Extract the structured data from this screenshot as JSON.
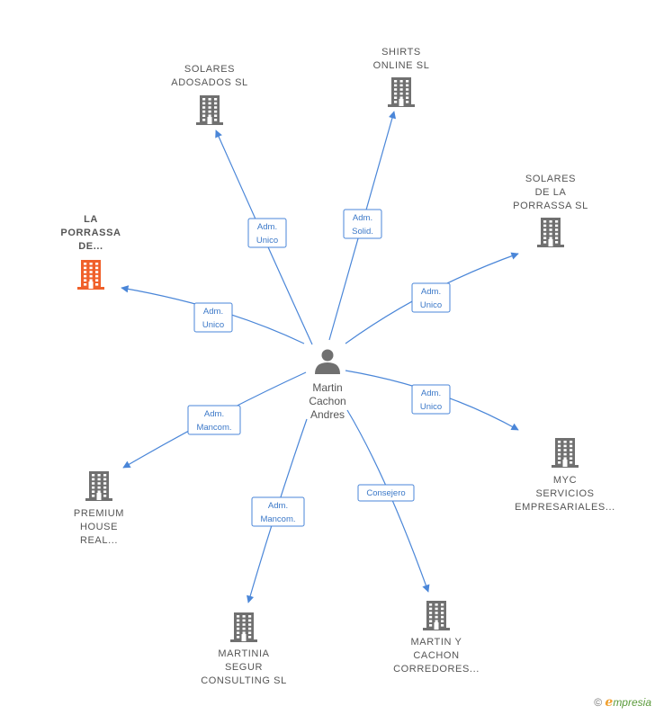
{
  "center": {
    "name_lines": [
      "Martin",
      "Cachon",
      "Andres"
    ],
    "icon": "person-icon"
  },
  "companies": [
    {
      "id": "solares-adosados",
      "lines": [
        "SOLARES",
        "ADOSADOS  SL"
      ],
      "role_lines": [
        "Adm.",
        "Unico"
      ],
      "highlight": false
    },
    {
      "id": "shirts-online",
      "lines": [
        "SHIRTS",
        "ONLINE SL"
      ],
      "role_lines": [
        "Adm.",
        "Solid."
      ],
      "highlight": false
    },
    {
      "id": "solares-de-la-porrassa",
      "lines": [
        "SOLARES",
        "DE LA",
        "PORRASSA  SL"
      ],
      "role_lines": [
        "Adm.",
        "Unico"
      ],
      "highlight": false
    },
    {
      "id": "la-porrassa-de",
      "lines": [
        "LA",
        "PORRASSA",
        "DE..."
      ],
      "role_lines": [
        "Adm.",
        "Unico"
      ],
      "highlight": true
    },
    {
      "id": "myc-servicios",
      "lines": [
        "MYC",
        "SERVICIOS",
        "EMPRESARIALES..."
      ],
      "role_lines": [
        "Adm.",
        "Unico"
      ],
      "highlight": false
    },
    {
      "id": "premium-house",
      "lines": [
        "PREMIUM",
        "HOUSE",
        "REAL..."
      ],
      "role_lines": [
        "Adm.",
        "Mancom."
      ],
      "highlight": false
    },
    {
      "id": "martinia-segur",
      "lines": [
        "MARTINIA",
        "SEGUR",
        "CONSULTING SL"
      ],
      "role_lines": [
        "Adm.",
        "Mancom."
      ],
      "highlight": false
    },
    {
      "id": "martin-y-cachon",
      "lines": [
        "MARTIN Y",
        "CACHON",
        "CORREDORES..."
      ],
      "role_lines": [
        "Consejero"
      ],
      "highlight": false
    }
  ],
  "colors": {
    "edge": "#4a86d8",
    "building": "#707070",
    "building_highlight": "#f0602a",
    "person": "#707070"
  },
  "icons": {
    "company": "building-icon",
    "copyright": "copyright-icon"
  },
  "brand": {
    "copyright_symbol": "©",
    "e_letter": "e",
    "rest": "mpresia"
  }
}
